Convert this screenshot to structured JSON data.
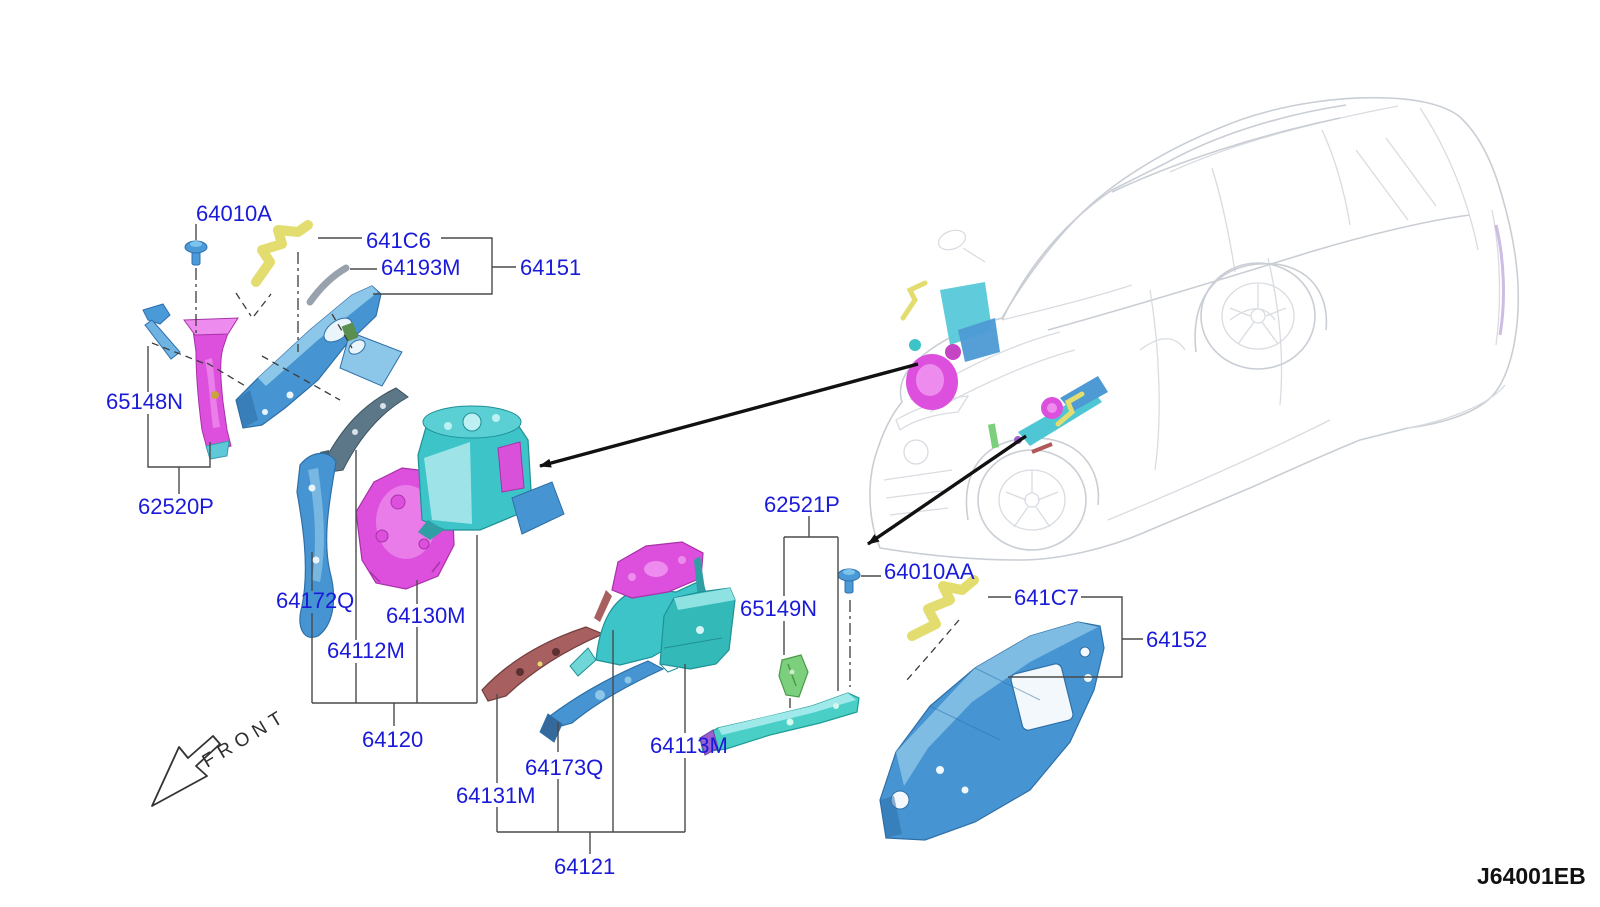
{
  "diagram": {
    "code": "J64001EB",
    "front_marker": "FRONT"
  },
  "labels": {
    "l64010A": "64010A",
    "l641C6": "641C6",
    "l64193M": "64193M",
    "l64151": "64151",
    "l65148N": "65148N",
    "l62520P": "62520P",
    "l64172Q": "64172Q",
    "l64112M": "64112M",
    "l64130M": "64130M",
    "l64120": "64120",
    "l64131M": "64131M",
    "l64173Q": "64173Q",
    "l64121": "64121",
    "l64113M": "64113M",
    "l62521P": "62521P",
    "l65149N": "65149N",
    "l64010AA": "64010AA",
    "l641C7": "641C7",
    "l64152": "64152"
  },
  "colors": {
    "label_blue": "#1a1ad9",
    "leader_line": "#4a4a4a",
    "magenta": "#dd4fdd",
    "magenta_light": "#ee8bee",
    "blue_panel": "#4695d2",
    "blue_panel_light": "#8cc6e8",
    "blue_panel_dark": "#2e6fa8",
    "teal": "#3cc4c8",
    "teal_light": "#9fe9ea",
    "cyan_beam": "#49cfc6",
    "yellow": "#e3dd70",
    "green": "#7ccf7c",
    "maroon": "#a85f5f",
    "slate": "#5c7888",
    "steel_gray": "#98a2ac",
    "bolt_blue": "#4a9ad8",
    "purple": "#9a5fd0",
    "car_ghost": "#c9ced5",
    "arrow_black": "#111111"
  }
}
